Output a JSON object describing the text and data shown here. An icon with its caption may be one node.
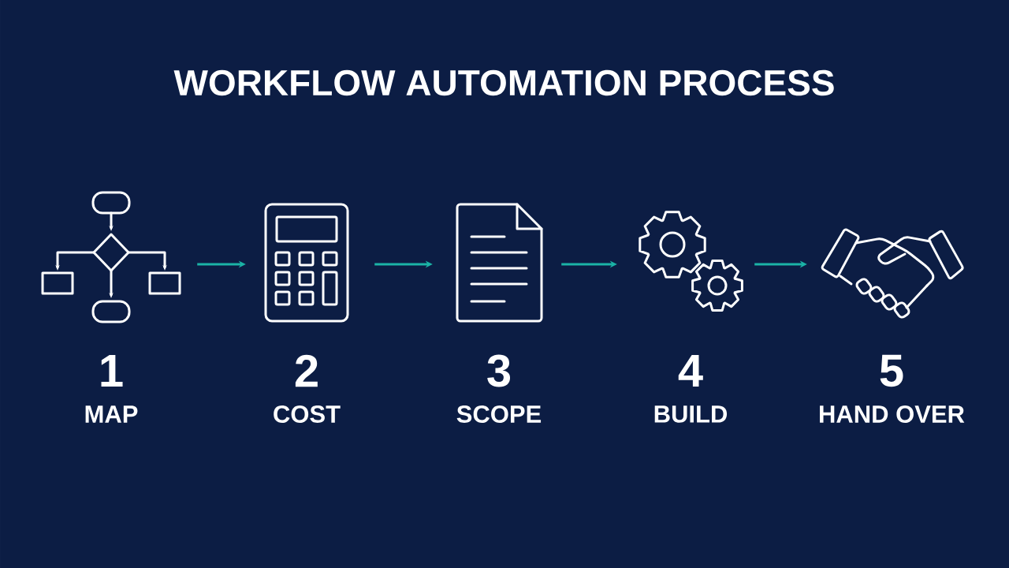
{
  "diagram": {
    "title": "WORKFLOW AUTOMATION PROCESS",
    "nodes": [
      {
        "text": [],
        "shape": "picture",
        "beside": [
          "1",
          "MAP"
        ]
      },
      {
        "text": [],
        "shape": "picture",
        "beside": [
          "2",
          "COST"
        ]
      },
      {
        "text": [],
        "shape": "picture",
        "beside": [
          "3",
          "SCOPE"
        ]
      },
      {
        "text": [],
        "shape": "picture",
        "beside": [
          "4",
          "BUILD"
        ]
      },
      {
        "text": [],
        "shape": "picture",
        "beside": [
          "5",
          "HAND OVER"
        ]
      }
    ],
    "edges": [
      {
        "from": 0,
        "to": 1,
        "arrow": "to"
      },
      {
        "from": 1,
        "to": 2,
        "arrow": "to"
      },
      {
        "from": 2,
        "to": 3,
        "arrow": "to"
      },
      {
        "from": 3,
        "to": 4,
        "arrow": "to"
      }
    ]
  }
}
